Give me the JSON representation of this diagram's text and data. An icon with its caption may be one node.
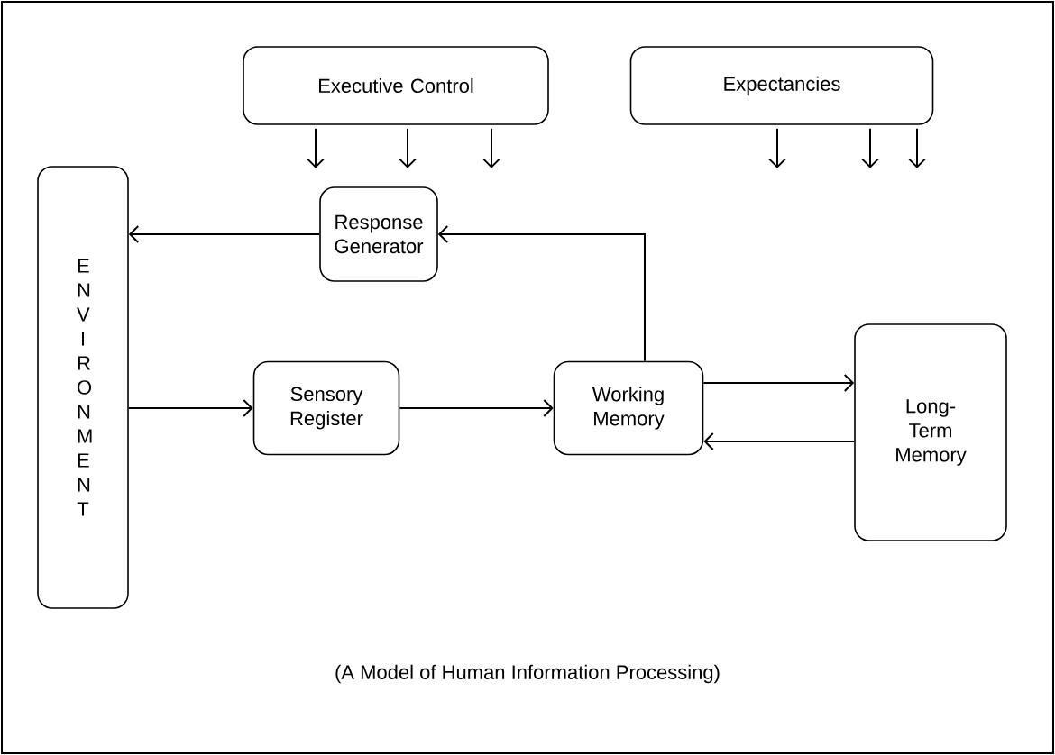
{
  "diagram": {
    "caption": "(A Model of Human Information Processing)",
    "nodes": [
      {
        "text": [
          "Executive Control"
        ]
      },
      {
        "text": [
          "Expectancies"
        ]
      },
      {
        "text": [
          "E N V I R O N M E N T"
        ]
      },
      {
        "text": [
          "Response Generator"
        ]
      },
      {
        "text": [
          "Sensory Register"
        ]
      },
      {
        "text": [
          "Working Memory"
        ]
      },
      {
        "text": [
          "Long-Term Memory"
        ]
      }
    ],
    "edges": [
      {
        "from": 0,
        "to": null,
        "arrow": "to"
      },
      {
        "from": 0,
        "to": null,
        "arrow": "to"
      },
      {
        "from": 0,
        "to": null,
        "arrow": "to"
      },
      {
        "from": 1,
        "to": null,
        "arrow": "to"
      },
      {
        "from": 1,
        "to": null,
        "arrow": "to"
      },
      {
        "from": 1,
        "to": null,
        "arrow": "to"
      },
      {
        "from": 3,
        "to": 2,
        "arrow": "to"
      },
      {
        "from": 5,
        "to": 3,
        "arrow": "to"
      },
      {
        "from": 2,
        "to": 4,
        "arrow": "to"
      },
      {
        "from": 4,
        "to": 5,
        "arrow": "to"
      },
      {
        "from": 5,
        "to": 6,
        "arrow": "to"
      },
      {
        "from": 6,
        "to": 5,
        "arrow": "to"
      }
    ]
  }
}
